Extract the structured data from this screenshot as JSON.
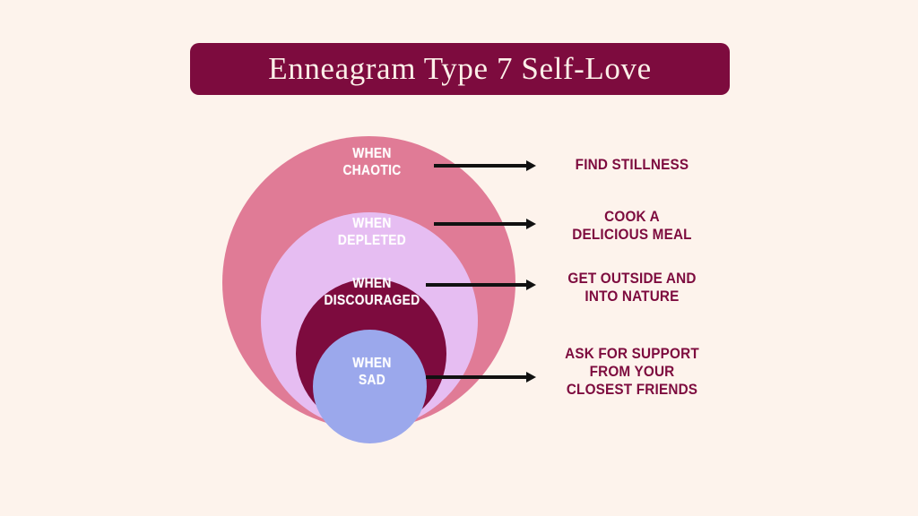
{
  "page": {
    "background_color": "#FDF3EC",
    "title": "Enneagram Type 7 Self-Love"
  },
  "theme": {
    "maroon": "#7D0B3E",
    "pink": "#E07B96",
    "lavender": "#E6BDF2",
    "periwinkle": "#9BA8EC",
    "cream": "#FDF3EC",
    "label_text": "#FFFFFF",
    "arrow_color": "#111111"
  },
  "diagram": {
    "rings": [
      {
        "id": "chaotic",
        "label_lines": [
          "WHEN",
          "CHAOTIC"
        ],
        "fill": "#E07B96"
      },
      {
        "id": "depleted",
        "label_lines": [
          "WHEN",
          "DEPLETED"
        ],
        "fill": "#E6BDF2"
      },
      {
        "id": "discouraged",
        "label_lines": [
          "WHEN",
          "DISCOURAGED"
        ],
        "fill": "#7D0B3E"
      },
      {
        "id": "sad",
        "label_lines": [
          "WHEN",
          "SAD"
        ],
        "fill": "#9BA8EC"
      }
    ]
  },
  "answers": [
    {
      "id": "find-stillness",
      "lines": [
        "FIND STILLNESS"
      ]
    },
    {
      "id": "cook-a-delicious-meal",
      "lines": [
        "COOK A",
        "DELICIOUS MEAL"
      ]
    },
    {
      "id": "get-outside-and-into-nature",
      "lines": [
        "GET OUTSIDE AND",
        "INTO NATURE"
      ]
    },
    {
      "id": "ask-for-support",
      "lines": [
        "ASK FOR SUPPORT",
        "FROM YOUR",
        "CLOSEST FRIENDS"
      ]
    }
  ],
  "arrows": [
    {
      "id": "arrow-chaotic",
      "icon": "arrow-right-icon"
    },
    {
      "id": "arrow-depleted",
      "icon": "arrow-right-icon"
    },
    {
      "id": "arrow-discouraged",
      "icon": "arrow-right-icon"
    },
    {
      "id": "arrow-sad",
      "icon": "arrow-right-icon"
    }
  ]
}
